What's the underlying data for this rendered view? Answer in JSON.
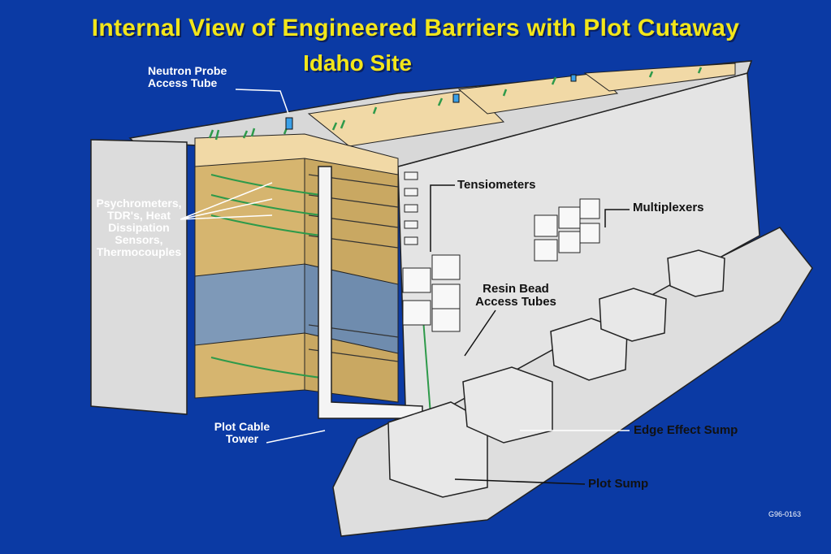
{
  "title": "Internal View of Engineered Barriers with Plot Cutaway",
  "subtitle": "Idaho Site",
  "labels": {
    "neutron_probe": [
      "Neutron Probe",
      "Access Tube"
    ],
    "sensors": [
      "Psychrometers,",
      "TDR's, Heat",
      "Dissipation",
      "Sensors,",
      "Thermocouples"
    ],
    "tensiometers": "Tensiometers",
    "multiplexers": "Multiplexers",
    "resin_bead": [
      "Resin Bead",
      "Access Tubes"
    ],
    "plot_cable_tower": [
      "Plot Cable",
      "Tower"
    ],
    "edge_effect_sump": "Edge Effect Sump",
    "plot_sump": "Plot Sump"
  },
  "figure_code": "G96-0163",
  "colors": {
    "background": "#0b3aa4",
    "title": "#f2e61a",
    "concrete": "#e2e2e2",
    "soil": "#d6b56f",
    "sand": "#f1d9a6",
    "gravel": "#7e99b8",
    "plant": "#2e9a4a"
  }
}
